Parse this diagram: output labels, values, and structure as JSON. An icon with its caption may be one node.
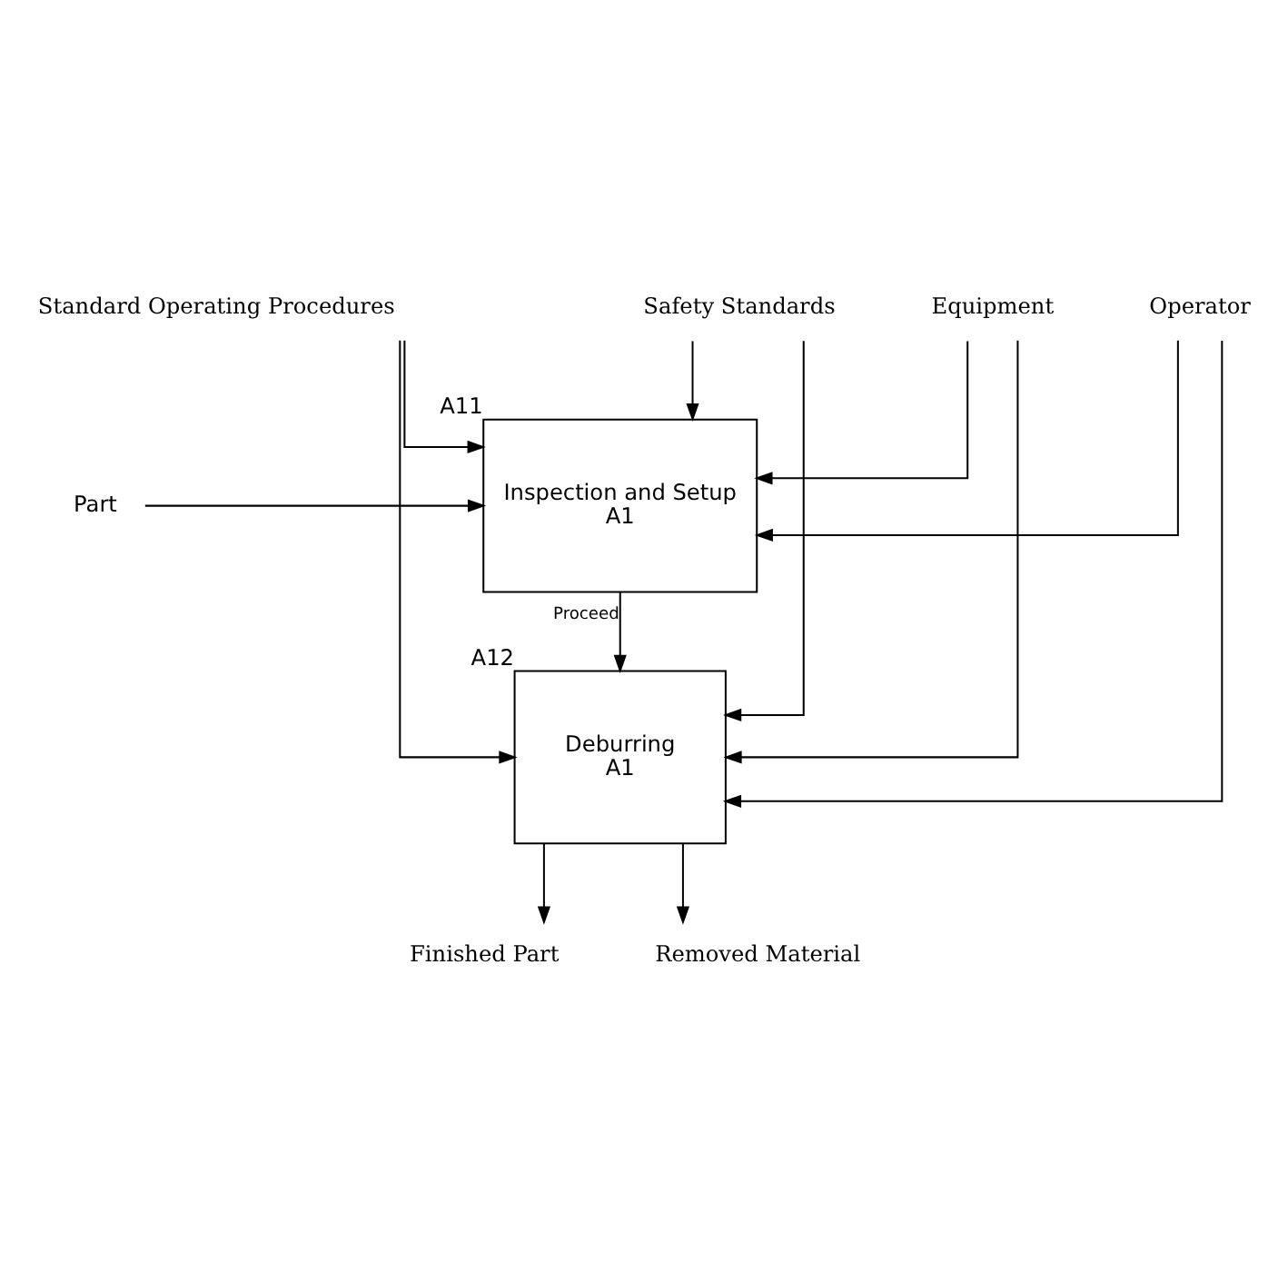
{
  "diagram": {
    "nodes": [
      {
        "text": [
          "Standard Operating Procedures"
        ]
      },
      {
        "text": [
          "Safety Standards"
        ]
      },
      {
        "text": [
          "Part"
        ]
      },
      {
        "text": [
          "Inspection and Setup",
          "A1"
        ],
        "beside": [
          "A11"
        ]
      },
      {
        "text": [
          "Deburring",
          "A1"
        ],
        "beside": [
          "A12"
        ]
      },
      {
        "text": [
          "Finished Part"
        ]
      },
      {
        "text": [
          "Removed Material"
        ]
      },
      {
        "text": [
          "Equipment"
        ]
      },
      {
        "text": [
          "Operator"
        ]
      }
    ],
    "edges": [
      {
        "from": 0,
        "to": 3,
        "arrow": "to"
      },
      {
        "from": 0,
        "to": 4,
        "arrow": "to"
      },
      {
        "from": 1,
        "to": 3,
        "arrow": "to"
      },
      {
        "from": 1,
        "to": 4,
        "arrow": "to"
      },
      {
        "from": 2,
        "to": 3,
        "arrow": "to"
      },
      {
        "from": 3,
        "to": 4,
        "label": "Proceed",
        "arrow": "to"
      },
      {
        "from": 4,
        "to": 5,
        "arrow": "to"
      },
      {
        "from": 4,
        "to": 6,
        "arrow": "to"
      },
      {
        "from": 7,
        "to": 3,
        "arrow": "to"
      },
      {
        "from": 7,
        "to": 4,
        "arrow": "to"
      },
      {
        "from": 8,
        "to": 3,
        "arrow": "to"
      },
      {
        "from": 8,
        "to": 4,
        "arrow": "to"
      }
    ]
  }
}
